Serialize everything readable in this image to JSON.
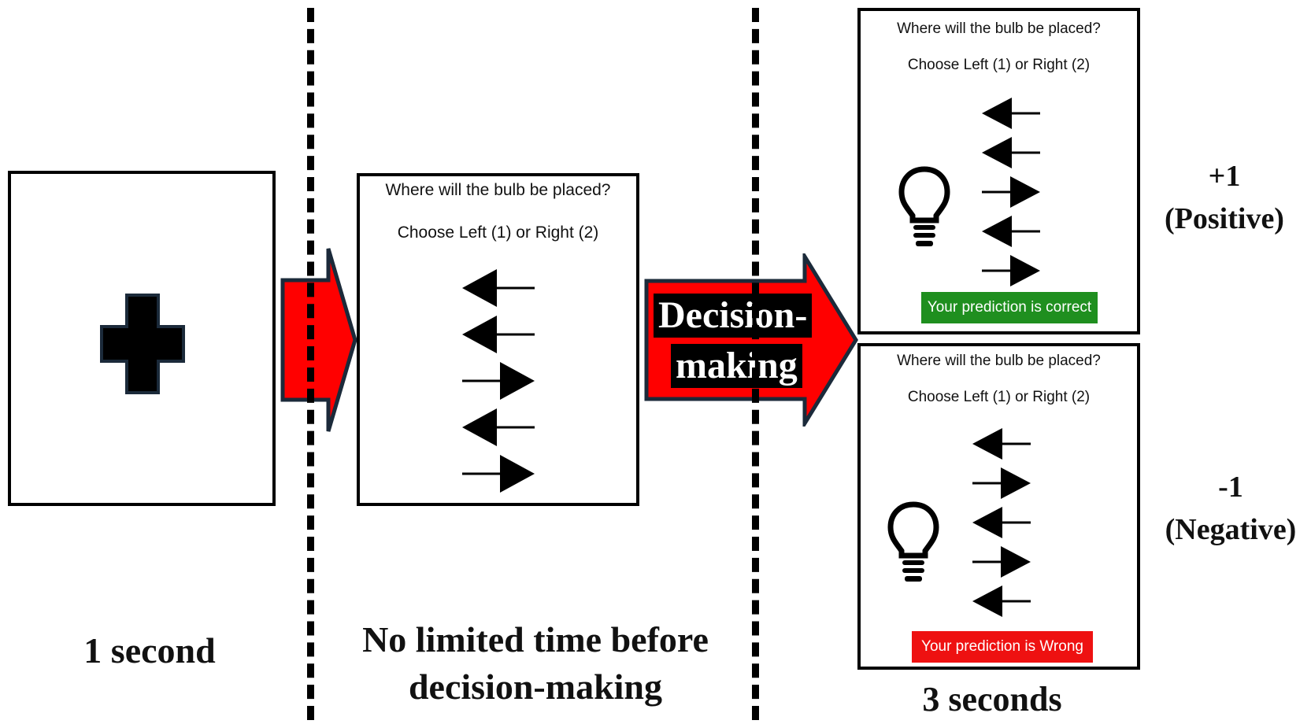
{
  "stage1": {
    "caption": "1 second"
  },
  "stage2": {
    "question": "Where will the bulb be placed?",
    "instruction": "Choose Left (1) or Right (2)",
    "arrows": [
      "left",
      "left",
      "right",
      "left",
      "right"
    ],
    "caption_line1": "No limited time before",
    "caption_line2": "decision-making"
  },
  "transition": {
    "line1": "Decision-",
    "line2": "making",
    "arrow_color": "#ff0000"
  },
  "stage3": {
    "correct_panel": {
      "question": "Where will the bulb be placed?",
      "instruction": "Choose Left (1) or Right (2)",
      "arrows": [
        "left",
        "left",
        "right",
        "left",
        "right"
      ],
      "bulb_side": "left",
      "feedback": "Your prediction is correct",
      "feedback_color": "#1f8f1f",
      "score": "+1",
      "score_label": "(Positive)"
    },
    "wrong_panel": {
      "question": "Where will the bulb be placed?",
      "instruction": "Choose Left (1) or Right (2)",
      "arrows": [
        "left",
        "right",
        "left",
        "right",
        "left"
      ],
      "bulb_side": "left",
      "feedback": "Your prediction is Wrong",
      "feedback_color": "#ee1111",
      "score": "-1",
      "score_label": "(Negative)"
    },
    "caption": "3 seconds"
  }
}
